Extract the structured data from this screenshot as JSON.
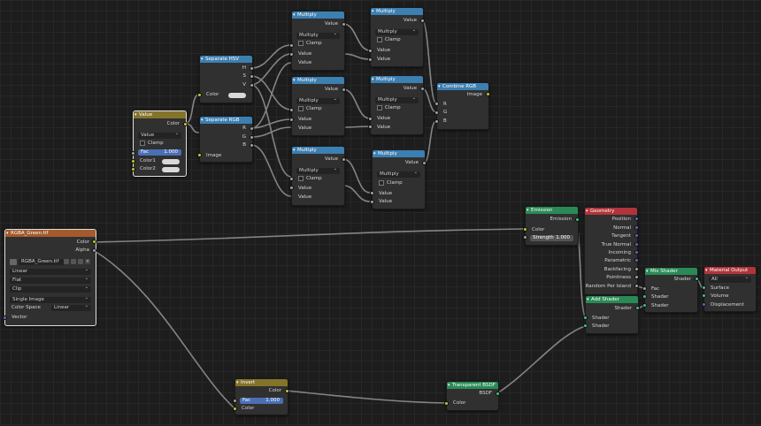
{
  "editor": "Shader Editor",
  "colors": {
    "converter": "#3c7fb1",
    "input": "#84732a",
    "texture": "#a35a2c",
    "shader": "#2a8a55",
    "output": "#b1343a",
    "socket_color": "#c7c729",
    "socket_float": "#a1a1a1",
    "socket_shader": "#39c884",
    "socket_vector": "#6363c7"
  },
  "nodes": {
    "value": {
      "title": "Value",
      "out": "Color",
      "dd": "Value",
      "clamp": "Clamp",
      "fac_label": "Fac",
      "fac_val": "1.000",
      "c1": "Color1",
      "c2": "Color2"
    },
    "sep_hsv": {
      "title": "Separate HSV",
      "h": "H",
      "s": "S",
      "v": "V",
      "in": "Color"
    },
    "sep_rgb": {
      "title": "Separate RGB",
      "r": "R",
      "g": "G",
      "b": "B",
      "in": "Image"
    },
    "mul1": {
      "title": "Multiply",
      "out": "Value",
      "dd": "Multiply",
      "clamp": "Clamp",
      "i1": "Value",
      "i2": "Value"
    },
    "mul2": {
      "title": "Multiply",
      "out": "Value",
      "dd": "Multiply",
      "clamp": "Clamp",
      "i1": "Value",
      "i2": "Value"
    },
    "mul3": {
      "title": "Multiply",
      "out": "Value",
      "dd": "Multiply",
      "clamp": "Clamp",
      "i1": "Value",
      "i2": "Value"
    },
    "mul4": {
      "title": "Multiply",
      "out": "Value",
      "dd": "Multiply",
      "clamp": "Clamp",
      "i1": "Value",
      "i2": "Value"
    },
    "mul5": {
      "title": "Multiply",
      "out": "Value",
      "dd": "Multiply",
      "clamp": "Clamp",
      "i1": "Value",
      "i2": "Value"
    },
    "mul6": {
      "title": "Multiply",
      "out": "Value",
      "dd": "Multiply",
      "clamp": "Clamp",
      "i1": "Value",
      "i2": "Value"
    },
    "comb_rgb": {
      "title": "Combine RGB",
      "out": "Image",
      "r": "R",
      "g": "G",
      "b": "B"
    },
    "image_tex": {
      "title": "RGBA_Green.tif",
      "o1": "Color",
      "o2": "Alpha",
      "file": "RGBA_Green.tif",
      "interp": "Linear",
      "proj": "Flat",
      "ext": "Clip",
      "src": "Single Image",
      "cs_label": "Color Space",
      "cs_val": "Linear",
      "vec": "Vector"
    },
    "emission": {
      "title": "Emission",
      "out": "Emission",
      "color": "Color",
      "str_label": "Strength",
      "str_val": "1.000"
    },
    "geometry": {
      "title": "Geometry",
      "outs": [
        "Position",
        "Normal",
        "Tangent",
        "True Normal",
        "Incoming",
        "Parametric",
        "Backfacing",
        "Pointiness",
        "Random Per Island"
      ]
    },
    "mix_shader": {
      "title": "Mix Shader",
      "out": "Shader",
      "fac": "Fac",
      "s1": "Shader",
      "s2": "Shader"
    },
    "mat_out": {
      "title": "Material Output",
      "dd": "All",
      "surf": "Surface",
      "vol": "Volume",
      "disp": "Displacement"
    },
    "add_shader": {
      "title": "Add Shader",
      "out": "Shader",
      "s1": "Shader",
      "s2": "Shader"
    },
    "invert": {
      "title": "Invert",
      "out": "Color",
      "fac_label": "Fac",
      "fac_val": "1.000",
      "in": "Color"
    },
    "transparent": {
      "title": "Transparent BSDF",
      "out": "BSDF",
      "color": "Color"
    }
  }
}
